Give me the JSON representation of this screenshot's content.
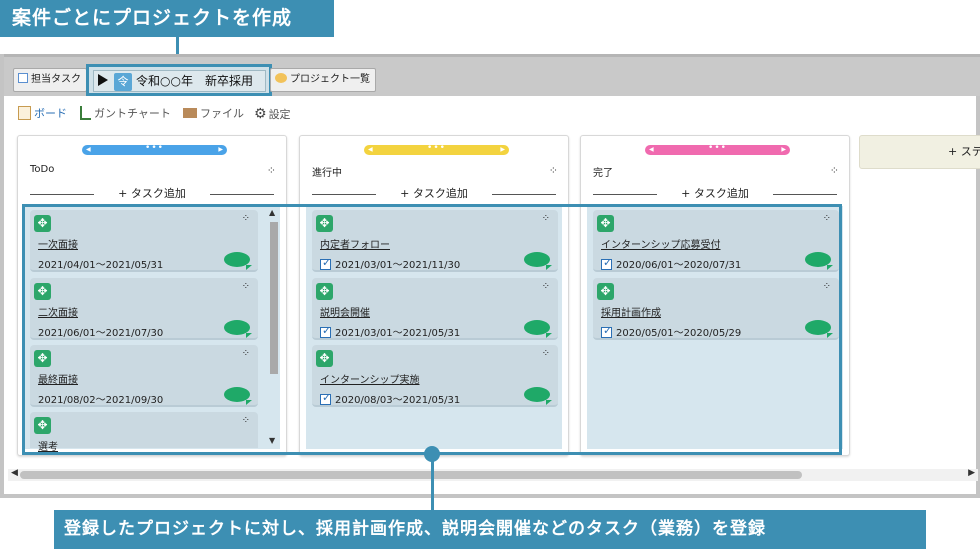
{
  "callouts": {
    "top": "案件ごとにプロジェクトを作成",
    "bottom": "登録したプロジェクトに対し、採用計画作成、説明会開催などのタスク（業務）を登録"
  },
  "toolbar": {
    "my_tasks": "担当タスク",
    "project_badge": "令",
    "project_name": "令和○○年　新卒採用",
    "project_list": "プロジェクト一覧"
  },
  "nav": {
    "board": "ボード",
    "gantt": "ガントチャート",
    "files": "ファイル",
    "settings": "設定"
  },
  "columns": [
    {
      "title": "ToDo",
      "color": "#4aa3e8",
      "add_label": "+ タスク追加",
      "cards": [
        {
          "title": "一次面接",
          "date": "2021/04/01～2021/05/31",
          "done": false
        },
        {
          "title": "二次面接",
          "date": "2021/06/01～2021/07/30",
          "done": false
        },
        {
          "title": "最終面接",
          "date": "2021/08/02～2021/09/30",
          "done": false
        },
        {
          "title": "選考",
          "date": "",
          "done": false
        }
      ]
    },
    {
      "title": "進行中",
      "color": "#f3d33f",
      "add_label": "+ タスク追加",
      "cards": [
        {
          "title": "内定者フォロー",
          "date": "2021/03/01～2021/11/30",
          "done": true
        },
        {
          "title": "説明会開催",
          "date": "2021/03/01～2021/05/31",
          "done": true
        },
        {
          "title": "インターンシップ実施",
          "date": "2020/08/03～2021/05/31",
          "done": true
        }
      ]
    },
    {
      "title": "完了",
      "color": "#f06aaf",
      "add_label": "+ タスク追加",
      "cards": [
        {
          "title": "インターンシップ応募受付",
          "date": "2020/06/01～2020/07/31",
          "done": true
        },
        {
          "title": "採用計画作成",
          "date": "2020/05/01～2020/05/29",
          "done": true
        }
      ]
    }
  ],
  "new_column_label": "+ ステータス追加",
  "colors": {
    "accent": "#3d8fb3",
    "card_icon": "#2da66a"
  },
  "icons": {
    "move": "move-icon",
    "more": "more-icon",
    "chat": "comment-icon"
  }
}
